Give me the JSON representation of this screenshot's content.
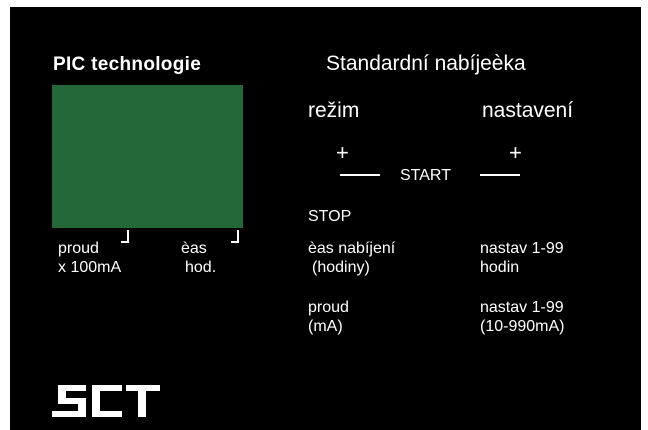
{
  "brand": "PIC  technologie",
  "title": "Standardní nabíjeèka",
  "display": {
    "color": "#24683a"
  },
  "display_labels": {
    "left_line1": "proud",
    "left_line2": "x 100mA",
    "right_line1": "èas",
    "right_line2": "hod."
  },
  "buttons": {
    "rezim": "režim",
    "nastaveni": "nastavení",
    "plus_left": "+",
    "plus_right": "+",
    "start": "START",
    "stop": "STOP"
  },
  "rows": [
    {
      "label_line1": "èas nabíjení",
      "label_line2": "(hodiny)",
      "range_line1": "nastav 1-99",
      "range_line2": "hodin"
    },
    {
      "label_line1": "proud",
      "label_line2": "(mA)",
      "range_line1": "nastav 1-99",
      "range_line2": "(10-990mA)"
    }
  ],
  "logo": {
    "text": "SCT",
    "icon": "sct-logo-icon"
  }
}
